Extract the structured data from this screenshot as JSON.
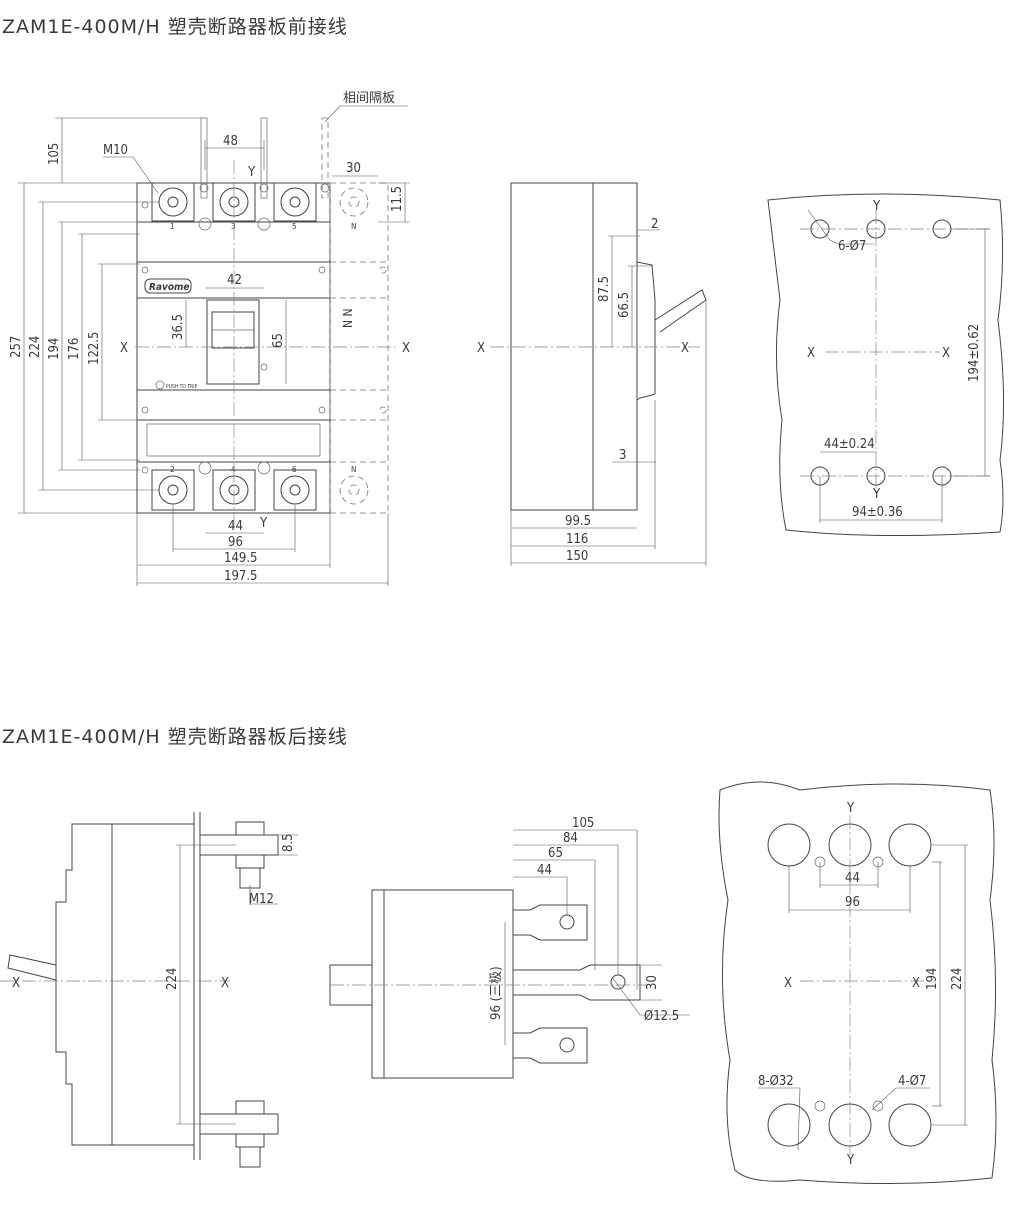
{
  "titles": {
    "front": "ZAM1E-400M/H 塑壳断路器板前接线",
    "rear": "ZAM1E-400M/H 塑壳断路器板后接线"
  },
  "front": {
    "partition_label": "相间隔板",
    "bolt": "M10",
    "brand": "Ravome",
    "push_label": "PUSH TO TRIP",
    "axis_x": "X",
    "axis_y": "Y",
    "terminal_top": [
      "1",
      "3",
      "5"
    ],
    "terminal_bottom": [
      "2",
      "4",
      "6"
    ],
    "terminal_n": "N",
    "n_rotated": "N N",
    "dims": {
      "d105": "105",
      "d48": "48",
      "d30": "30",
      "d11_5": "11.5",
      "d42": "42",
      "d36_5": "36.5",
      "d65": "65",
      "d257": "257",
      "d224": "224",
      "d194": "194",
      "d176": "176",
      "d122_5": "122.5",
      "d44": "44",
      "d96": "96",
      "d149_5": "149.5",
      "d197_5": "197.5"
    }
  },
  "side": {
    "axis_x": "X",
    "dims": {
      "d2": "2",
      "d87_5": "87.5",
      "d66_5": "66.5",
      "d3": "3",
      "d99_5": "99.5",
      "d116": "116",
      "d150": "150"
    }
  },
  "panel_front": {
    "holes": "6-Ø7",
    "axis_x": "X",
    "axis_y": "Y",
    "d_vert": "194±0.62",
    "d_44": "44±0.24",
    "d_94": "94±0.36"
  },
  "rear_side": {
    "axis_x": "X",
    "bolt": "M12",
    "d8_5": "8.5",
    "d224": "224"
  },
  "rear_top": {
    "d105": "105",
    "d84": "84",
    "d65": "65",
    "d44": "44",
    "d96": "96 (三极)",
    "d30": "30",
    "hole": "Ø12.5"
  },
  "panel_rear": {
    "axis_x": "X",
    "axis_y": "Y",
    "d44": "44",
    "d96": "96",
    "d194": "194",
    "d224": "224",
    "holes_big": "8-Ø32",
    "holes_small": "4-Ø7"
  }
}
